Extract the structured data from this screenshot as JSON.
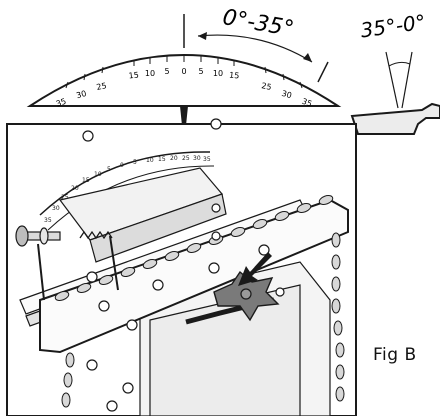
{
  "protractor": {
    "angle_range_label": "0°-35°",
    "ticks": [
      "35",
      "30",
      "25",
      "15",
      "10",
      "5",
      "0",
      "5",
      "10",
      "15",
      "25",
      "30",
      "35"
    ]
  },
  "inset": {
    "angle_range_label": "35°-0°"
  },
  "machine_scale": {
    "ticks": [
      "35",
      "30",
      "25",
      "20",
      "15",
      "10",
      "5",
      "0",
      "5",
      "10",
      "15",
      "20",
      "25",
      "30",
      "35"
    ]
  },
  "caption": "Fig B",
  "colors": {
    "line": "#1a1a1a",
    "fill_light": "#ececec",
    "fill_mid": "#cfcfcf",
    "fill_dark": "#7a7a7a"
  }
}
